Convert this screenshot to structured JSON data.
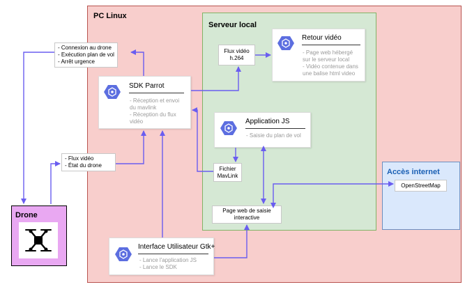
{
  "regions": {
    "pc_linux": {
      "title": "PC Linux"
    },
    "serveur_local": {
      "title": "Serveur local"
    },
    "acces_internet": {
      "title": "Accès internet"
    },
    "drone": {
      "title": "Drone"
    }
  },
  "cards": {
    "sdk_parrot": {
      "title": "SDK Parrot",
      "lines": [
        "- Réception et envoi",
        "du mavlink",
        "- Réception du flux",
        "vidéo"
      ]
    },
    "retour_video": {
      "title": "Retour vidéo",
      "lines": [
        "- Page web hébergé",
        "sur le serveur local",
        "- Vidéo contenue dans",
        "une balise html video"
      ]
    },
    "application_js": {
      "title": "Application JS",
      "lines": [
        "- Saisie du plan de vol"
      ]
    },
    "interface_gtk": {
      "title": "Interface Utilisateur Gtk+",
      "lines": [
        "- Lance l'application JS",
        "- Lance le SDK"
      ]
    }
  },
  "notes": {
    "drone_commands": [
      "- Connexion au drone",
      "- Exécution plan de vol",
      "- Arrêt urgence"
    ],
    "drone_data": [
      "- Flux vidéo",
      "- État du drone"
    ]
  },
  "boxes": {
    "flux_video": [
      "Flux vidéo",
      "h.264"
    ],
    "fichier_mavlink": [
      "Fichier",
      "MavLink"
    ],
    "page_web_saisie": [
      "Page web de saisie",
      "interactive"
    ],
    "openstreetmap": [
      "OpenStreetMap"
    ]
  },
  "colors": {
    "pc_linux_fill": "#f8cecc",
    "pc_linux_border": "#b85450",
    "serveur_fill": "#d5e8d4",
    "serveur_border": "#82b366",
    "internet_fill": "#dae8fc",
    "internet_border": "#6c8ebf",
    "internet_title": "#1a5fb4",
    "drone_fill": "#e9a8f2",
    "drone_border": "#000000",
    "arrow": "#6a5df0",
    "hex_icon": "#5c6ee0"
  },
  "icons": [
    "google-cloud-hexagon-icon",
    "quadcopter-drone-icon"
  ]
}
